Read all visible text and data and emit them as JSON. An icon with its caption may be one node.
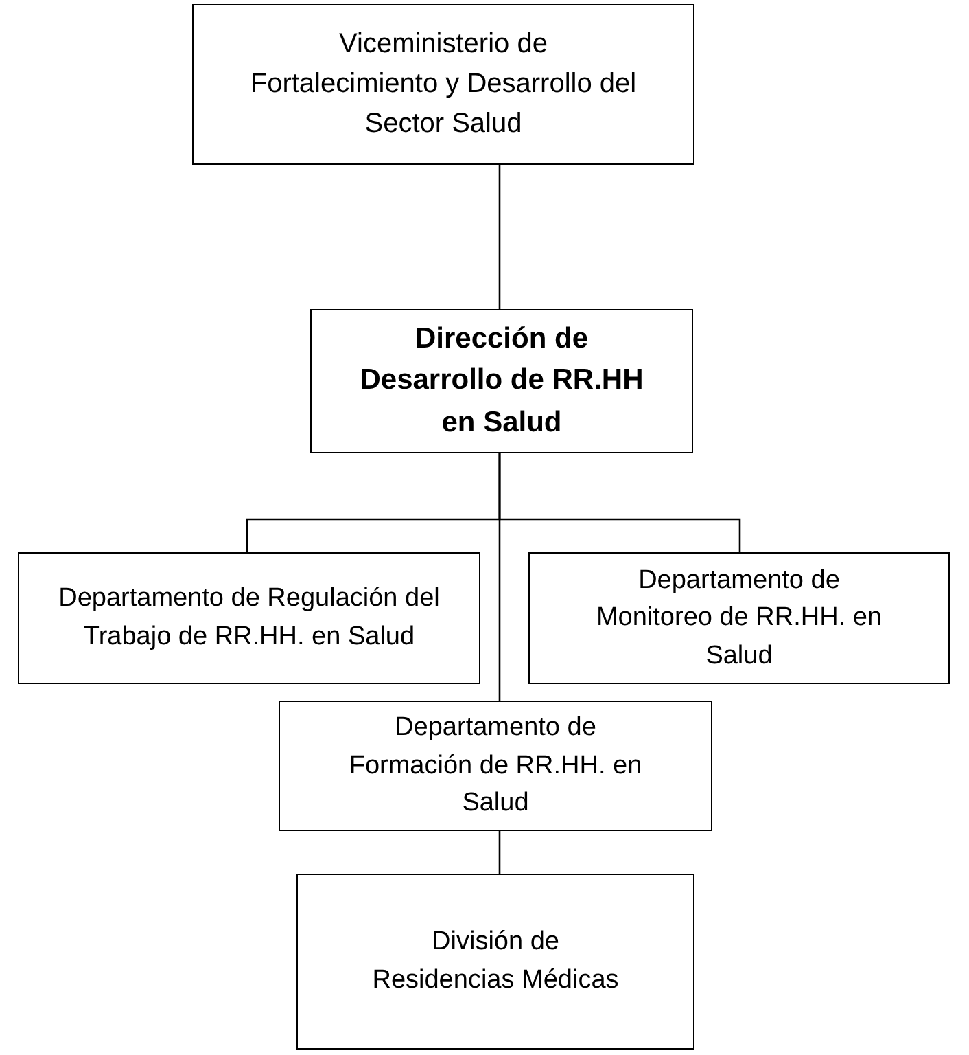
{
  "diagram": {
    "nodes": [
      {
        "text": [
          "Viceministerio de Fortalecimiento y Desarrollo del Sector Salud"
        ]
      },
      {
        "text": [
          "Dirección de Desarrollo de RR.HH en Salud"
        ]
      },
      {
        "text": [
          "Departamento de Regulación del Trabajo de RR.HH. en Salud"
        ]
      },
      {
        "text": [
          "Departamento de Monitoreo de RR.HH. en Salud"
        ]
      },
      {
        "text": [
          "Departamento de Formación de RR.HH. en Salud"
        ]
      },
      {
        "text": [
          "División de Residencias Médicas"
        ]
      }
    ],
    "edges": [
      {
        "from": 0,
        "to": 1,
        "arrow": "none"
      },
      {
        "from": 1,
        "to": 2,
        "arrow": "none"
      },
      {
        "from": 1,
        "to": 3,
        "arrow": "none"
      },
      {
        "from": 1,
        "to": 4,
        "arrow": "none"
      },
      {
        "from": 4,
        "to": 5,
        "arrow": "none"
      }
    ]
  }
}
